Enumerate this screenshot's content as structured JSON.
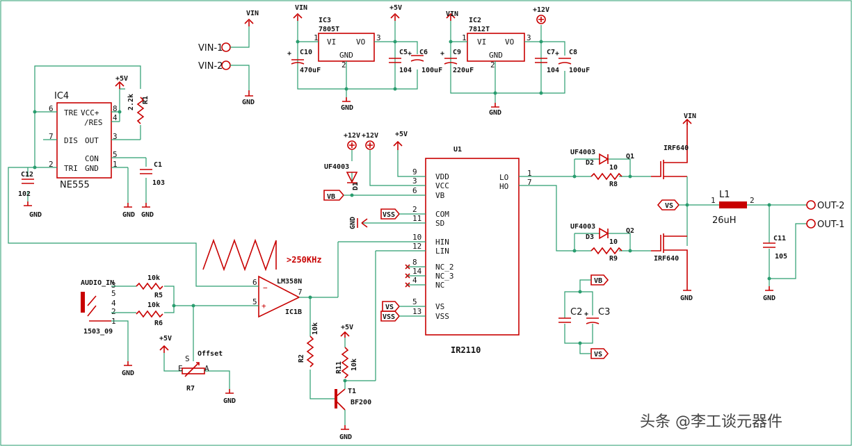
{
  "parts": {
    "ic4": {
      "ref": "IC4",
      "value": "NE555",
      "pins_left": [
        "TRE",
        "DIS",
        "TRI"
      ],
      "pins_right": [
        "VCC+",
        "/RES",
        "OUT",
        "CON",
        "GND"
      ],
      "nums": {
        "tre": "6",
        "dis": "7",
        "tri": "2",
        "vcc": "8",
        "res": "4",
        "out": "3",
        "con": "5",
        "gnd": "1"
      }
    },
    "r1": {
      "ref": "R1",
      "value": "2.2k"
    },
    "c1": {
      "ref": "C1",
      "value": "103"
    },
    "c12": {
      "ref": "C12",
      "value": "102"
    },
    "ic3": {
      "ref": "IC3",
      "value": "7805T",
      "vi": "VI",
      "vo": "VO",
      "gnd": "GND",
      "n1": "1",
      "n2": "2",
      "n3": "3"
    },
    "ic2": {
      "ref": "IC2",
      "value": "7812T",
      "vi": "VI",
      "vo": "VO",
      "gnd": "GND",
      "n1": "1",
      "n2": "2",
      "n3": "3"
    },
    "c10": {
      "ref": "C10",
      "value": "470uF"
    },
    "c5": {
      "ref": "C5",
      "value": "104"
    },
    "c6": {
      "ref": "C6",
      "value": "100uF"
    },
    "c9": {
      "ref": "C9",
      "value": "220uF"
    },
    "c7": {
      "ref": "C7",
      "value": "104"
    },
    "c8": {
      "ref": "C8",
      "value": "100uF"
    },
    "u1": {
      "ref": "U1",
      "value": "IR2110",
      "left": [
        [
          "9",
          "VDD"
        ],
        [
          "3",
          "VCC"
        ],
        [
          "6",
          "VB"
        ],
        [
          "2",
          "COM"
        ],
        [
          "11",
          "SD"
        ],
        [
          "10",
          "HIN"
        ],
        [
          "12",
          "LIN"
        ],
        [
          "8",
          "NC_2"
        ],
        [
          "14",
          "NC_3"
        ],
        [
          "4",
          "NC"
        ],
        [
          "5",
          "VS"
        ],
        [
          "13",
          "VSS"
        ]
      ],
      "right": [
        [
          "1",
          "LO"
        ],
        [
          "7",
          "HO"
        ]
      ]
    },
    "d1": {
      "ref": "D1",
      "value": "UF4003"
    },
    "d2": {
      "ref": "D2",
      "value": "UF4003"
    },
    "d3": {
      "ref": "D3",
      "value": "UF4003"
    },
    "r8": {
      "ref": "R8",
      "value": "10"
    },
    "r9": {
      "ref": "R9",
      "value": "10"
    },
    "q1": {
      "ref": "Q1",
      "value": "IRF640"
    },
    "q2": {
      "ref": "Q2",
      "value": "IRF640"
    },
    "l1": {
      "ref": "L1",
      "value": "26uH",
      "n1": "1",
      "n2": "2"
    },
    "c11": {
      "ref": "C11",
      "value": "105"
    },
    "ic1b": {
      "ref": "IC1B",
      "value": "LM358N",
      "n6": "6",
      "n5": "5",
      "n7": "7"
    },
    "r5": {
      "ref": "R5",
      "value": "10k"
    },
    "r6": {
      "ref": "R6",
      "value": "10k"
    },
    "r7": {
      "ref": "R7",
      "value": "Offset",
      "s": "S",
      "e": "E",
      "a": "A"
    },
    "r2": {
      "ref": "R2",
      "value": "10k"
    },
    "r11": {
      "ref": "R11",
      "value": "10k"
    },
    "t1": {
      "ref": "T1",
      "value": "BF200"
    },
    "jack": {
      "ref": "AUDIO_IN",
      "value": "1503_09",
      "pins": [
        "3",
        "5",
        "4",
        "2",
        "1"
      ]
    },
    "c2": {
      "ref": "C2"
    },
    "c3": {
      "ref": "C3"
    }
  },
  "nets": {
    "vin": "VIN",
    "gnd": "GND",
    "p5": "+5V",
    "p12": "+12V",
    "vin1": "VIN-1",
    "vin2": "VIN-2",
    "out1": "OUT-1",
    "out2": "OUT-2",
    "vb": "VB",
    "vs": "VS",
    "vss": "VSS"
  },
  "annotations": {
    "freq": ">250KHz"
  },
  "watermark": "头条 @李工谈元器件",
  "colors": {
    "part": "#c80000",
    "wire": "#2a9d6f",
    "text": "#111111"
  }
}
